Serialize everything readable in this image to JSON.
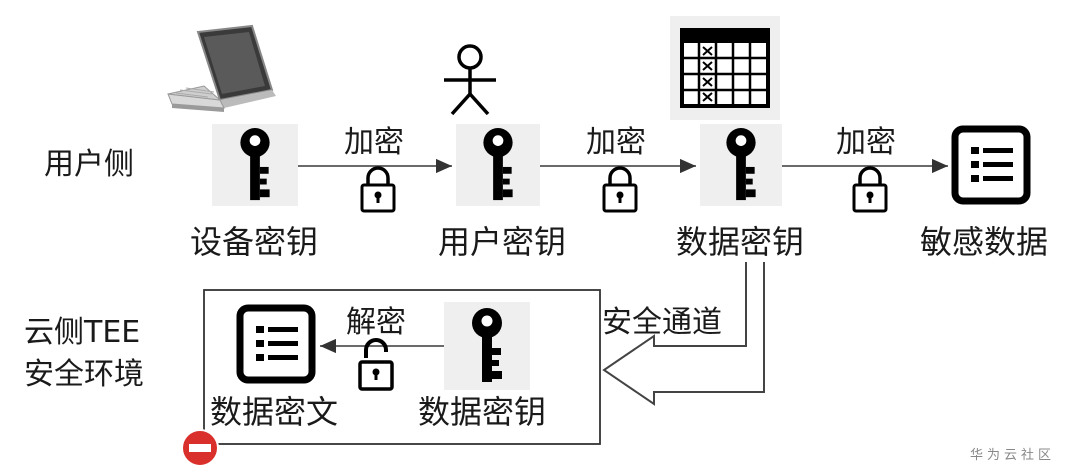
{
  "side_labels": {
    "user_side": "用户侧",
    "cloud_side_line1": "云侧TEE",
    "cloud_side_line2": "安全环境"
  },
  "arrow_labels": {
    "encrypt_1": "加密",
    "encrypt_2": "加密",
    "encrypt_3": "加密",
    "decrypt": "解密",
    "secure_channel": "安全通道"
  },
  "nodes": {
    "device_key": "设备密钥",
    "user_key": "用户密钥",
    "data_key": "数据密钥",
    "sensitive_data": "敏感数据",
    "cloud_data_key": "数据密钥",
    "cipher_data": "数据密文"
  },
  "icons": {
    "laptop": "laptop-icon",
    "person": "person-icon",
    "table": "table-icon",
    "key": "key-icon",
    "lock_closed": "lock-icon",
    "lock_open": "unlocked-icon",
    "document": "document-icon",
    "stop": "stop-icon"
  },
  "colors": {
    "stop_red": "#d9302c",
    "key_bg": "#efefef",
    "line": "#555555"
  },
  "watermark": "华为云社区"
}
